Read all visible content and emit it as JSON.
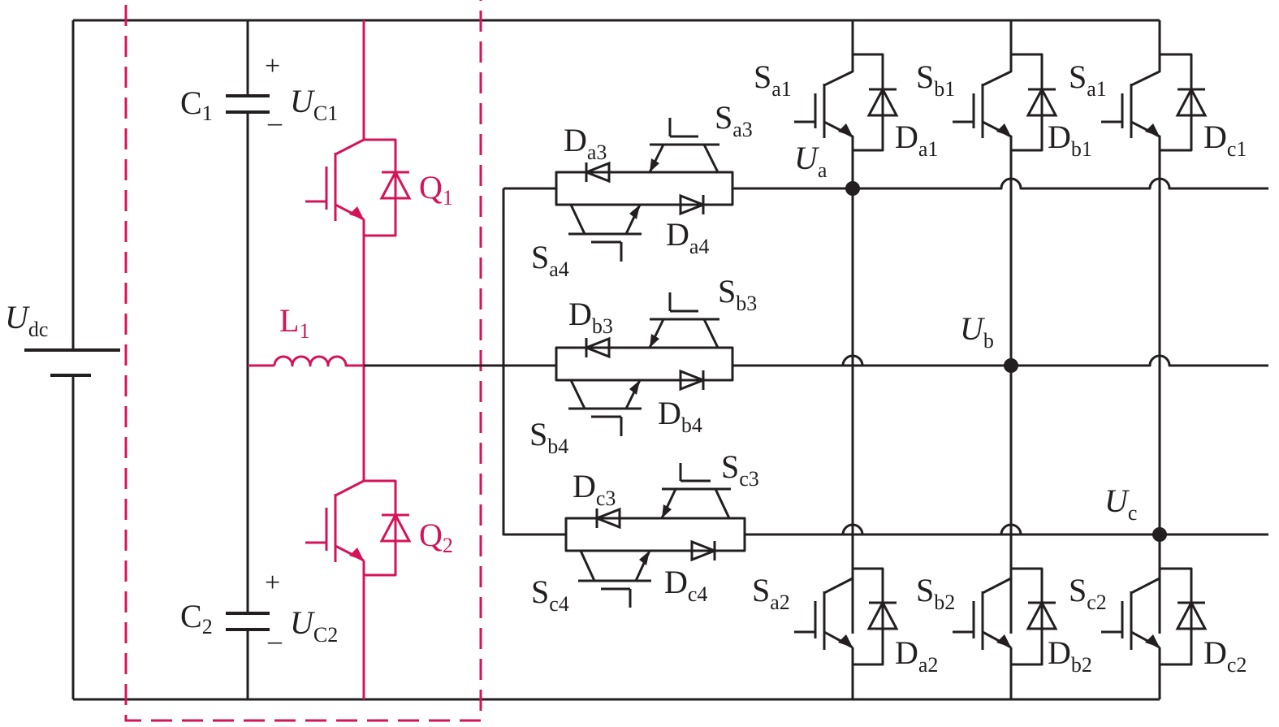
{
  "colors": {
    "wire": "#231f20",
    "highlight": "#d4145a",
    "background": "#ffffff"
  },
  "source": {
    "main": "U",
    "sub": "dc"
  },
  "capacitors": [
    {
      "name": "C",
      "index": "1",
      "voltage_main": "U",
      "voltage_sub": "C1",
      "plus": "+",
      "minus": "_"
    },
    {
      "name": "C",
      "index": "2",
      "voltage_main": "U",
      "voltage_sub": "C2",
      "plus": "+",
      "minus": "_"
    }
  ],
  "inductor": {
    "name": "L",
    "index": "1"
  },
  "switches_red": [
    {
      "name": "Q",
      "index": "1"
    },
    {
      "name": "Q",
      "index": "2"
    }
  ],
  "labels": [
    {
      "id": "Sa1",
      "main": "S",
      "sub": "a1",
      "italic": false
    },
    {
      "id": "Sb1",
      "main": "S",
      "sub": "b1",
      "italic": false
    },
    {
      "id": "Sc1",
      "main": "S",
      "sub": "a1",
      "italic": false
    },
    {
      "id": "Da1",
      "main": "D",
      "sub": "a1",
      "italic": false
    },
    {
      "id": "Db1",
      "main": "D",
      "sub": "b1",
      "italic": false
    },
    {
      "id": "Dc1",
      "main": "D",
      "sub": "c1",
      "italic": false
    },
    {
      "id": "Sa2",
      "main": "S",
      "sub": "a2",
      "italic": false
    },
    {
      "id": "Sb2",
      "main": "S",
      "sub": "b2",
      "italic": false
    },
    {
      "id": "Sc2",
      "main": "S",
      "sub": "c2",
      "italic": false
    },
    {
      "id": "Da2",
      "main": "D",
      "sub": "a2",
      "italic": false
    },
    {
      "id": "Db2",
      "main": "D",
      "sub": "b2",
      "italic": false
    },
    {
      "id": "Dc2",
      "main": "D",
      "sub": "c2",
      "italic": false
    },
    {
      "id": "Sa3",
      "main": "S",
      "sub": "a3",
      "italic": false
    },
    {
      "id": "Sb3",
      "main": "S",
      "sub": "b3",
      "italic": false
    },
    {
      "id": "Sc3",
      "main": "S",
      "sub": "c3",
      "italic": false
    },
    {
      "id": "Sa4",
      "main": "S",
      "sub": "a4",
      "italic": false
    },
    {
      "id": "Sb4",
      "main": "S",
      "sub": "b4",
      "italic": false
    },
    {
      "id": "Sc4",
      "main": "S",
      "sub": "c4",
      "italic": false
    },
    {
      "id": "Da3",
      "main": "D",
      "sub": "a3",
      "italic": false
    },
    {
      "id": "Db3",
      "main": "D",
      "sub": "b3",
      "italic": false
    },
    {
      "id": "Dc3",
      "main": "D",
      "sub": "c3",
      "italic": false
    },
    {
      "id": "Da4",
      "main": "D",
      "sub": "a4",
      "italic": false
    },
    {
      "id": "Db4",
      "main": "D",
      "sub": "b4",
      "italic": false
    },
    {
      "id": "Dc4",
      "main": "D",
      "sub": "c4",
      "italic": false
    },
    {
      "id": "Ua",
      "main": "U",
      "sub": "a",
      "italic": true
    },
    {
      "id": "Ub",
      "main": "U",
      "sub": "b",
      "italic": true
    },
    {
      "id": "Uc",
      "main": "U",
      "sub": "c",
      "italic": true
    }
  ]
}
